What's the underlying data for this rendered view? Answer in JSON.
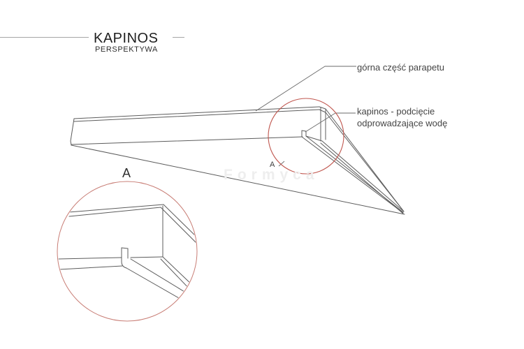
{
  "header": {
    "title": "KAPINOS",
    "subtitle": "PERSPEKTYWA"
  },
  "annotations": {
    "top_surface_label": "górna część parapetu",
    "kapinos_label_line1": "kapinos - podcięcie",
    "kapinos_label_line2": "odprowadzające wodę",
    "detail_marker": "A",
    "detail_view_title": "A"
  },
  "watermark": {
    "text": "Formyca"
  },
  "colors": {
    "highlight_red": "#c0574f",
    "detail_red": "#c87d75",
    "line_gray": "#5c5c5c",
    "rule_gray": "#a6a6a6"
  }
}
